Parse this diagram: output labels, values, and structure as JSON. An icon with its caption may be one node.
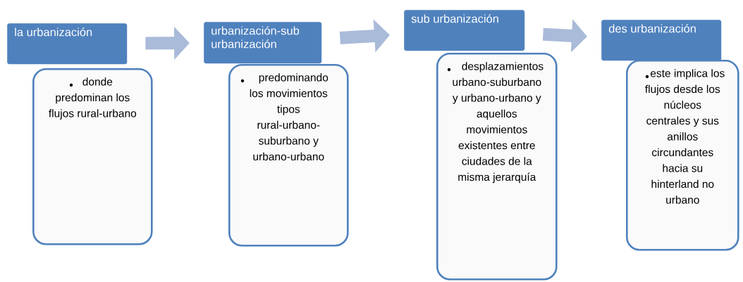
{
  "diagram": {
    "nodes": [
      {
        "text": [
          "la urbanización"
        ]
      },
      {
        "text": [
          "donde predominan los flujos rural-urbano"
        ]
      },
      {
        "text": [
          "urbanización-sub urbanización"
        ]
      },
      {
        "text": [
          "predominando los movimientos tipos rural-urbano-suburbano y urbano-urbano"
        ]
      },
      {
        "text": [
          "sub urbanización"
        ]
      },
      {
        "text": [
          "desplazamientos urbano-suburbano y urbano-urbano y aquellos movimientos existentes entre ciudades de la misma jerarquía"
        ]
      },
      {
        "text": [
          "des urbanización"
        ]
      },
      {
        "text": [
          "este implica los flujos desde los núcleos centrales y sus anillos circundantes hacia su hinterland no urbano"
        ]
      }
    ],
    "edges": [
      {
        "from": 0,
        "to": 2,
        "arrow": "to"
      },
      {
        "from": 2,
        "to": 4,
        "arrow": "to"
      },
      {
        "from": 4,
        "to": 6,
        "arrow": "to"
      }
    ]
  }
}
